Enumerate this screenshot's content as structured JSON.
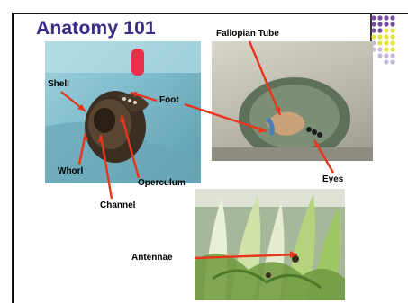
{
  "slide": {
    "title": "Anatomy 101"
  },
  "labels": {
    "shell": "Shell",
    "foot": "Foot",
    "whorl": "Whorl",
    "channel": "Channel",
    "operculum": "Operculum",
    "fallopian_tube": "Fallopian Tube",
    "eyes": "Eyes",
    "antennae": "Antennae"
  },
  "colors": {
    "title": "#3b2a86",
    "arrow": "#e8361c",
    "dot_purple": "#7a4ca0",
    "dot_yellow": "#e5e23a",
    "dot_light_purple": "#c7b8dc"
  }
}
